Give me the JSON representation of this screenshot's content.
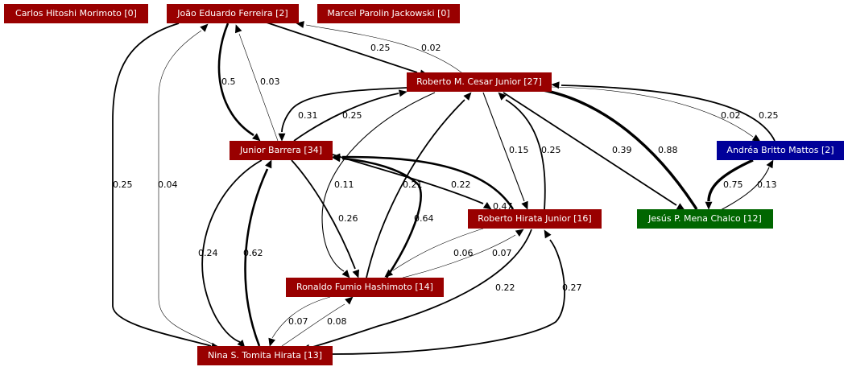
{
  "colors": {
    "red": "#990000",
    "blue": "#000099",
    "green": "#006600",
    "edge": "#000000",
    "text": "#ffffff"
  },
  "nodes": {
    "carlos": {
      "label": "Carlos Hitoshi Morimoto [0]",
      "color": "red"
    },
    "joao": {
      "label": "João Eduardo Ferreira [2]",
      "color": "red"
    },
    "marcel": {
      "label": "Marcel Parolin Jackowski [0]",
      "color": "red"
    },
    "roberto": {
      "label": "Roberto M. Cesar Junior [27]",
      "color": "red"
    },
    "junior": {
      "label": "Junior Barrera [34]",
      "color": "red"
    },
    "andrea": {
      "label": "Andréa Britto Mattos [2]",
      "color": "blue"
    },
    "jesus": {
      "label": "Jesús P. Mena Chalco [12]",
      "color": "green"
    },
    "rhirata": {
      "label": "Roberto Hirata Junior [16]",
      "color": "red"
    },
    "ronaldo": {
      "label": "Ronaldo Fumio Hashimoto [14]",
      "color": "red"
    },
    "nina": {
      "label": "Nina S. Tomita Hirata [13]",
      "color": "red"
    }
  },
  "edges": [
    {
      "id": "joao-roberto",
      "from": "joao",
      "to": "roberto",
      "weight": "0.25"
    },
    {
      "id": "roberto-joao",
      "from": "roberto",
      "to": "joao",
      "weight": "0.02"
    },
    {
      "id": "joao-junior",
      "from": "joao",
      "to": "junior",
      "weight": "0.5"
    },
    {
      "id": "junior-joao",
      "from": "junior",
      "to": "joao",
      "weight": "0.03"
    },
    {
      "id": "joao-nina",
      "from": "joao",
      "to": "nina",
      "weight": "0.25"
    },
    {
      "id": "nina-joao",
      "from": "nina",
      "to": "joao",
      "weight": "0.04"
    },
    {
      "id": "roberto-junior",
      "from": "roberto",
      "to": "junior",
      "weight": "0.31"
    },
    {
      "id": "junior-roberto",
      "from": "junior",
      "to": "roberto",
      "weight": "0.25"
    },
    {
      "id": "roberto-rhirata",
      "from": "roberto",
      "to": "rhirata",
      "weight": "0.15"
    },
    {
      "id": "rhirata-roberto",
      "from": "rhirata",
      "to": "roberto",
      "weight": "0.25"
    },
    {
      "id": "roberto-jesus",
      "from": "roberto",
      "to": "jesus",
      "weight": "0.39"
    },
    {
      "id": "jesus-roberto",
      "from": "jesus",
      "to": "roberto",
      "weight": "0.88"
    },
    {
      "id": "roberto-andrea",
      "from": "roberto",
      "to": "andrea",
      "weight": "0.02"
    },
    {
      "id": "andrea-roberto",
      "from": "andrea",
      "to": "roberto",
      "weight": "0.25"
    },
    {
      "id": "andrea-jesus",
      "from": "andrea",
      "to": "jesus",
      "weight": "0.75"
    },
    {
      "id": "jesus-andrea",
      "from": "jesus",
      "to": "andrea",
      "weight": "0.13"
    },
    {
      "id": "roberto-ronaldo",
      "from": "roberto",
      "to": "ronaldo",
      "weight": "0.11"
    },
    {
      "id": "ronaldo-roberto",
      "from": "ronaldo",
      "to": "roberto",
      "weight": "0.21"
    },
    {
      "id": "junior-rhirata",
      "from": "junior",
      "to": "rhirata",
      "weight": "0.22"
    },
    {
      "id": "rhirata-junior",
      "from": "rhirata",
      "to": "junior",
      "weight": "0.47"
    },
    {
      "id": "junior-ronaldo",
      "from": "junior",
      "to": "ronaldo",
      "weight": "0.26"
    },
    {
      "id": "ronaldo-junior",
      "from": "ronaldo",
      "to": "junior",
      "weight": "0.64"
    },
    {
      "id": "junior-nina",
      "from": "junior",
      "to": "nina",
      "weight": "0.24"
    },
    {
      "id": "nina-junior",
      "from": "nina",
      "to": "junior",
      "weight": "0.62"
    },
    {
      "id": "rhirata-ronaldo",
      "from": "rhirata",
      "to": "ronaldo",
      "weight": "0.06"
    },
    {
      "id": "ronaldo-rhirata",
      "from": "ronaldo",
      "to": "rhirata",
      "weight": "0.07"
    },
    {
      "id": "rhirata-nina",
      "from": "rhirata",
      "to": "nina",
      "weight": "0.22"
    },
    {
      "id": "nina-rhirata",
      "from": "nina",
      "to": "rhirata",
      "weight": "0.27"
    },
    {
      "id": "ronaldo-nina",
      "from": "ronaldo",
      "to": "nina",
      "weight": "0.07"
    },
    {
      "id": "nina-ronaldo",
      "from": "nina",
      "to": "ronaldo",
      "weight": "0.08"
    }
  ]
}
